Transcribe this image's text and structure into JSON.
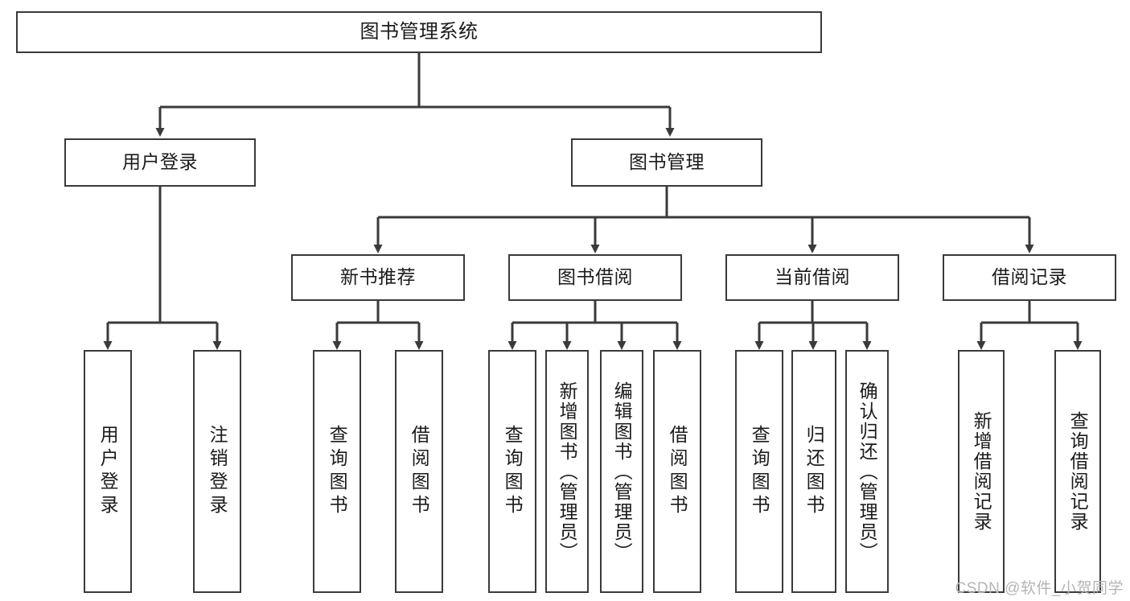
{
  "diagram": {
    "type": "tree",
    "title": "图书管理系统",
    "watermark": "CSDN @软件_小贺同学",
    "colors": {
      "stroke": "#3a3a3a",
      "background": "#ffffff",
      "text": "#1b1b1b",
      "watermark": "#b5b5b5"
    },
    "levels": {
      "root": {
        "label": "图书管理系统"
      },
      "level2": [
        {
          "label": "用户登录"
        },
        {
          "label": "图书管理"
        }
      ],
      "level3": [
        {
          "label": "新书推荐"
        },
        {
          "label": "图书借阅"
        },
        {
          "label": "当前借阅"
        },
        {
          "label": "借阅记录"
        }
      ],
      "leaves": {
        "user_login": [
          {
            "label": "用户登录"
          },
          {
            "label": "注销登录"
          }
        ],
        "new_book_recommend": [
          {
            "label": "查询图书"
          },
          {
            "label": "借阅图书"
          }
        ],
        "book_borrow": [
          {
            "label": "查询图书"
          },
          {
            "label": "新增图书（管理员）"
          },
          {
            "label": "编辑图书（管理员）"
          },
          {
            "label": "借阅图书"
          }
        ],
        "current_borrow": [
          {
            "label": "查询图书"
          },
          {
            "label": "归还图书"
          },
          {
            "label": "确认归还（管理员）"
          }
        ],
        "borrow_record": [
          {
            "label": "新增借阅记录"
          },
          {
            "label": "查询借阅记录"
          }
        ]
      }
    }
  }
}
